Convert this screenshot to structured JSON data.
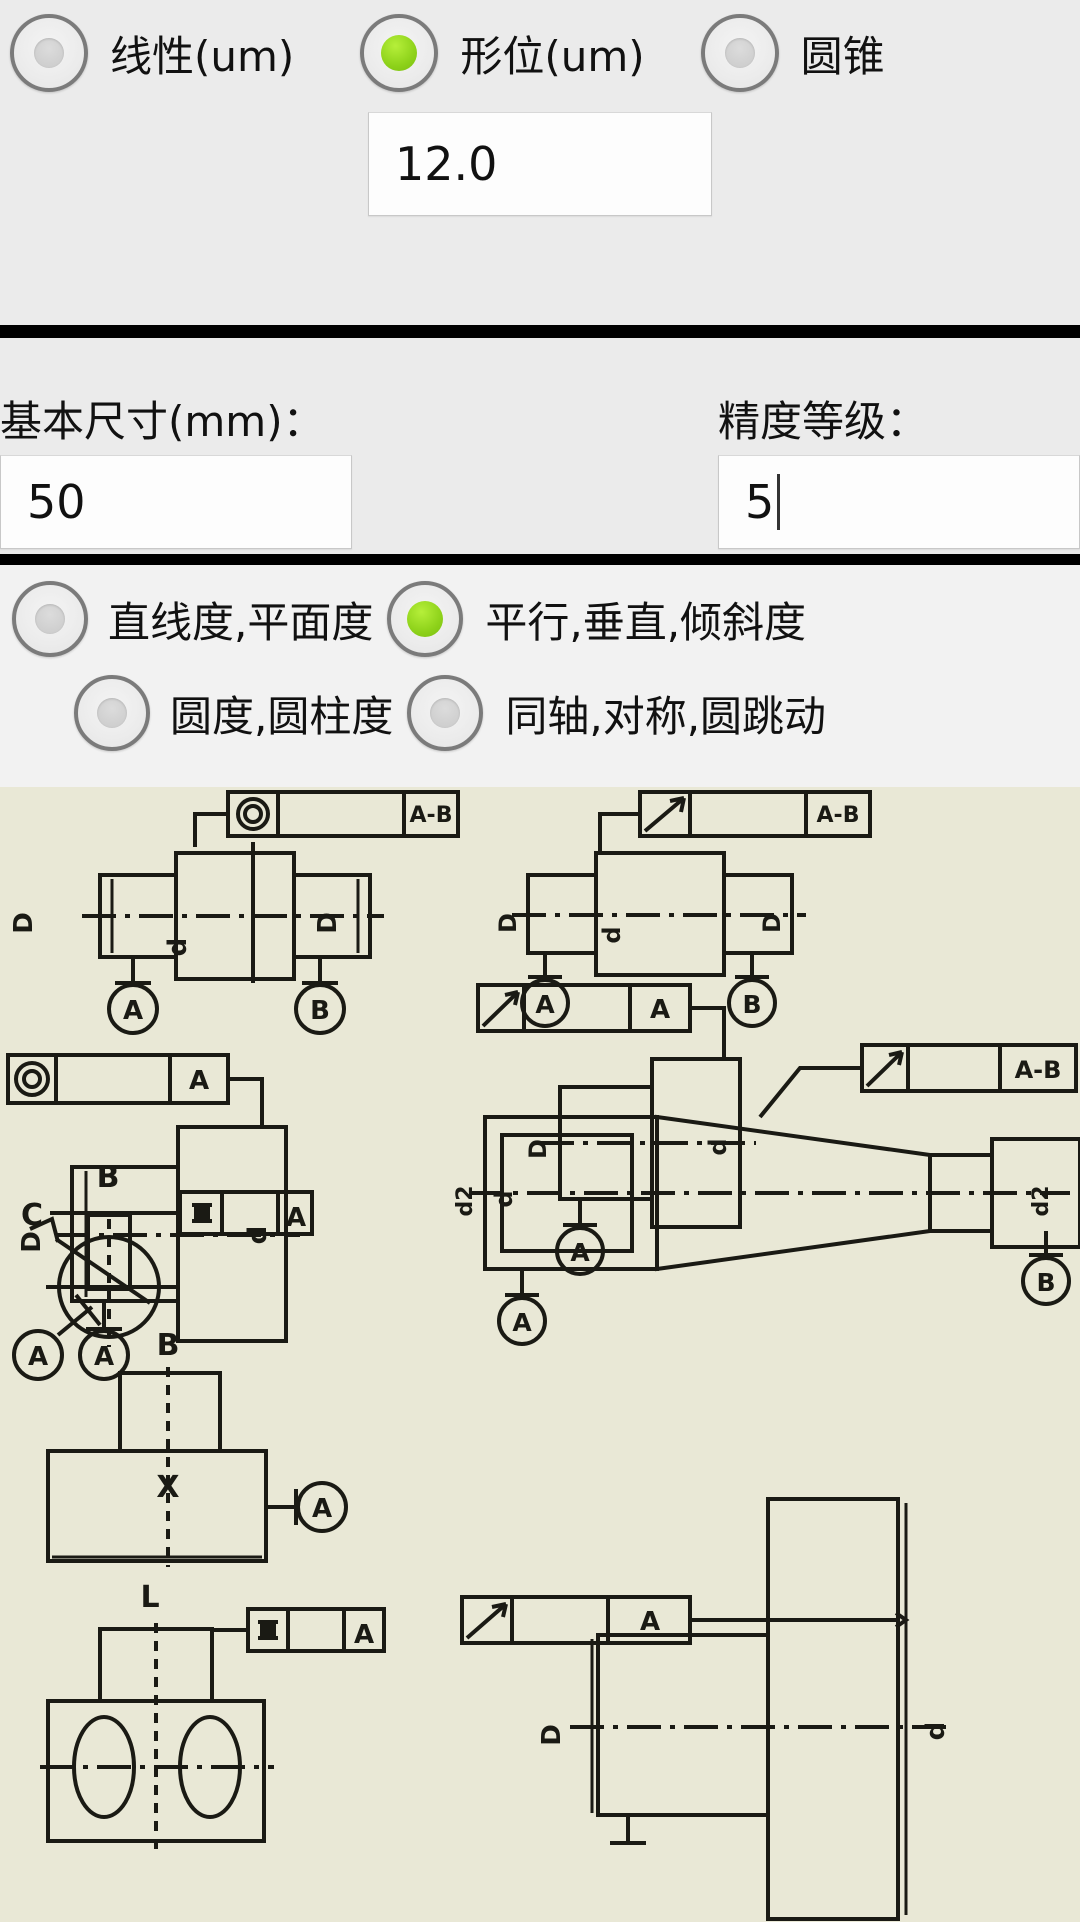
{
  "unit_group": {
    "options": [
      {
        "label": "线性(um)",
        "selected": false,
        "name": "radio-linear-um"
      },
      {
        "label": "形位(um)",
        "selected": true,
        "name": "radio-form-position-um"
      },
      {
        "label": "圆锥",
        "selected": false,
        "name": "radio-cone"
      }
    ],
    "value_field": {
      "value": "12.0",
      "placeholder": ""
    }
  },
  "size_section": {
    "basic_size": {
      "label": "基本尺寸(mm)：",
      "value": "50",
      "placeholder": ""
    },
    "grade": {
      "label": "精度等级：",
      "value": "5",
      "placeholder": ""
    }
  },
  "tolerance_group": {
    "row1": [
      {
        "label": "直线度,平面度",
        "selected": false,
        "name": "radio-straightness-flatness"
      },
      {
        "label": "平行,垂直,倾斜度",
        "selected": true,
        "name": "radio-parallel-perpendicular-angularity"
      }
    ],
    "row2": [
      {
        "label": "圆度,圆柱度",
        "selected": false,
        "name": "radio-roundness-cylindricity"
      },
      {
        "label": "同轴,对称,圆跳动",
        "selected": false,
        "name": "radio-coaxiality-symmetry-runout"
      }
    ]
  },
  "drawing": {
    "background": "#e9e8d6",
    "ink": "#1a1a14",
    "labels": {
      "datum_a": "A",
      "datum_b": "B",
      "datum_c": "C",
      "frame_ab": "A-B",
      "dim_D": "D",
      "dim_d": "d",
      "dim_d2": "d2",
      "dim_B": "B",
      "dim_L": "L",
      "dim_X": "X"
    }
  },
  "colors": {
    "panel_bg": "#ebebeb",
    "panel_bg_alt": "#f2f2f2",
    "divider": "#000000",
    "radio_on": "#8ed21a",
    "input_bg": "#fdfdfd",
    "text": "#111111"
  }
}
